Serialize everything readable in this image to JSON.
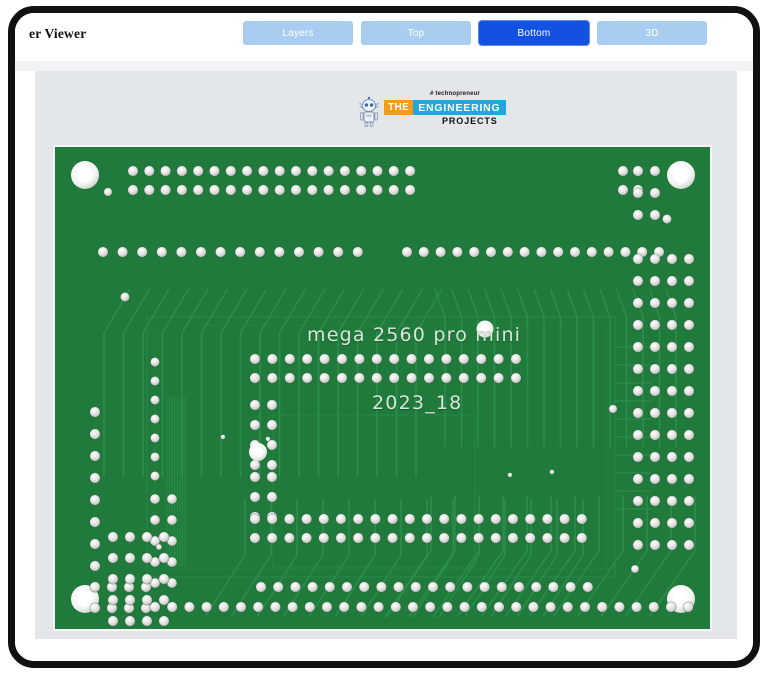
{
  "window": {
    "title": "er Viewer",
    "frame_color": "#111111"
  },
  "header": {
    "title": "er Viewer",
    "tabs": [
      {
        "label": "Layers",
        "name": "layers",
        "active": false
      },
      {
        "label": "Top",
        "name": "top",
        "active": false
      },
      {
        "label": "Bottom",
        "name": "bottom",
        "active": true
      },
      {
        "label": "3D",
        "name": "3d",
        "active": false
      }
    ],
    "tab_active_color": "#1352e0",
    "tab_inactive_color": "#a9cdf1",
    "tab_text_color": "#ffffff"
  },
  "viewer": {
    "background_color": "#e3e7ea",
    "selected_layer": "Bottom"
  },
  "branding": {
    "tagline": "# technopreneur",
    "word_the": "THE",
    "word_engineering": "ENGINEERING",
    "word_projects": "PROJECTS",
    "color_the": "#f59b1c",
    "color_engineering": "#1fa8e0",
    "robot_icon": "robot-icon"
  },
  "pcb": {
    "solder_mask_color": "#1f7a3b",
    "pad_color": "#e8e8e8",
    "silkscreen_color": "#d8e6db",
    "silkscreen": [
      {
        "text": "mega 2560 pro mini",
        "name": "part-name"
      },
      {
        "text": "2023_18",
        "name": "revision-code"
      }
    ]
  }
}
